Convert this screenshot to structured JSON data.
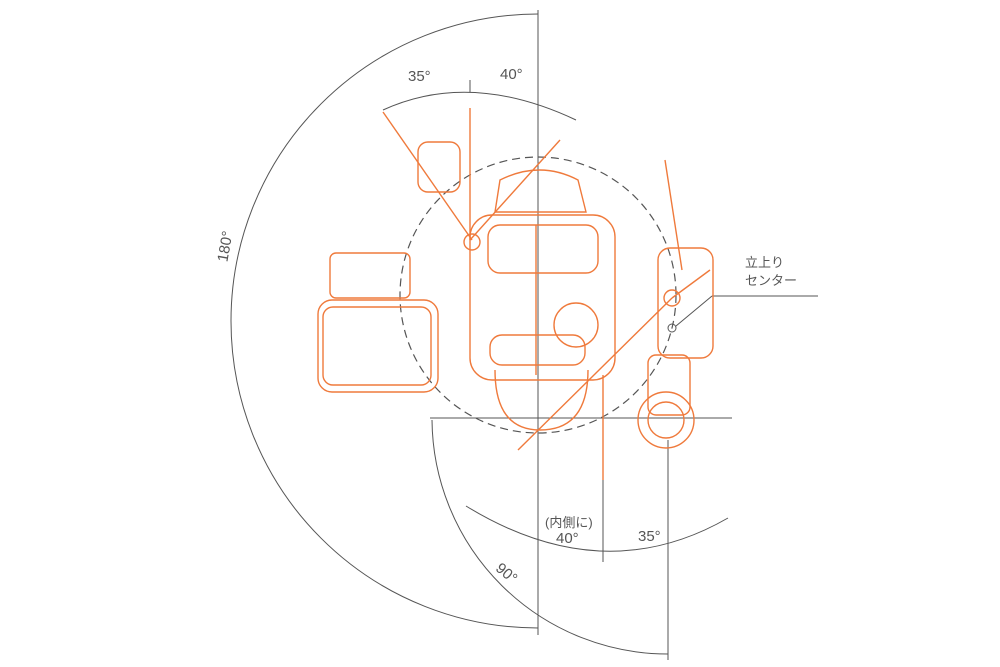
{
  "labels": {
    "top_left_angle": "35°",
    "top_right_angle": "40°",
    "full_swing": "180°",
    "standup_center_line1": "立上り",
    "standup_center_line2": "センター",
    "inner_note": "(内側に)",
    "bottom_left_angle": "40°",
    "bottom_right_angle": "35°",
    "bottom_swing": "90°"
  },
  "colors": {
    "equipment": "#ef7a3c",
    "dimension": "#555555"
  }
}
